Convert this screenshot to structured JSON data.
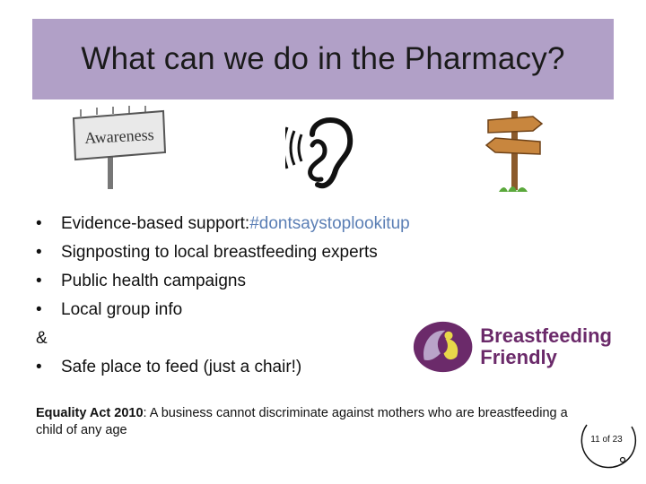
{
  "title": "What can we do in the Pharmacy?",
  "images": {
    "awareness_sign": "Awareness",
    "ear_icon": "ear-icon",
    "signpost_icon": "signpost-icon"
  },
  "bullets": [
    {
      "mark": "•",
      "text": "Evidence-based support: ",
      "link": "#dontsaystoplookitup"
    },
    {
      "mark": "•",
      "text": "Signposting to local breastfeeding experts"
    },
    {
      "mark": "•",
      "text": "Public health campaigns"
    },
    {
      "mark": "•",
      "text": "Local group info"
    },
    {
      "mark": "&",
      "text": ""
    },
    {
      "mark": "•",
      "text": "Safe place to feed (just a chair!)"
    }
  ],
  "logo": {
    "line1": "Breastfeeding",
    "line2": "Friendly"
  },
  "equality": {
    "label": "Equality Act 2010",
    "text": ": A business cannot discriminate against mothers who are breastfeeding a child of any age"
  },
  "page": "11 of 23",
  "colors": {
    "title_bg": "#b1a0c7",
    "hashtag": "#5b7fb5",
    "logo_purple": "#6b2a6a",
    "logo_yellow": "#e8d84a"
  }
}
